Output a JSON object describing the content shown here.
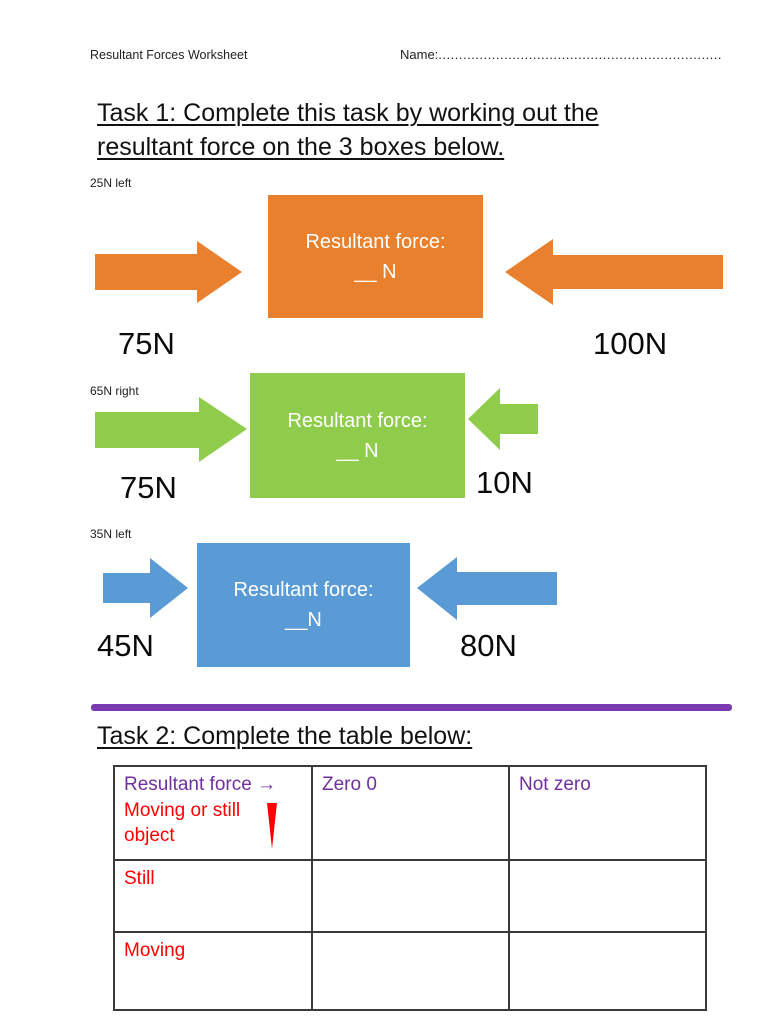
{
  "colors": {
    "orange": "#E8802D",
    "green": "#8FCC4C",
    "blue": "#5B9BD5",
    "purple_line": "#7B3AAF",
    "purple_text": "#7030A0",
    "red": "#FF0000",
    "table_border": "#3a3a3a"
  },
  "header": {
    "title": "Resultant Forces Worksheet",
    "name_label": "Name:",
    "name_dots": "....................................................................."
  },
  "task1": {
    "heading_line1": "Task 1: Complete this task by working out the",
    "heading_line2": "resultant force on the 3 boxes below.",
    "diagrams": [
      {
        "note": "25N left",
        "box_line1": "Resultant force:",
        "box_line2": "__ N",
        "left_force": "75N",
        "right_force": "100N"
      },
      {
        "note": "65N right",
        "box_line1": "Resultant force:",
        "box_line2": "__ N",
        "left_force": "75N",
        "right_force": "10N"
      },
      {
        "note": "35N left",
        "box_line1": "Resultant force:",
        "box_line2": "__N",
        "left_force": "45N",
        "right_force": "80N"
      }
    ]
  },
  "task2": {
    "heading": "Task 2: Complete the table below:",
    "table": {
      "header_purple": "Resultant force →",
      "header_red": "Moving or still object",
      "col2_header": "Zero 0",
      "col3_header": "Not zero",
      "row_labels": [
        "Still",
        "Moving"
      ]
    }
  }
}
